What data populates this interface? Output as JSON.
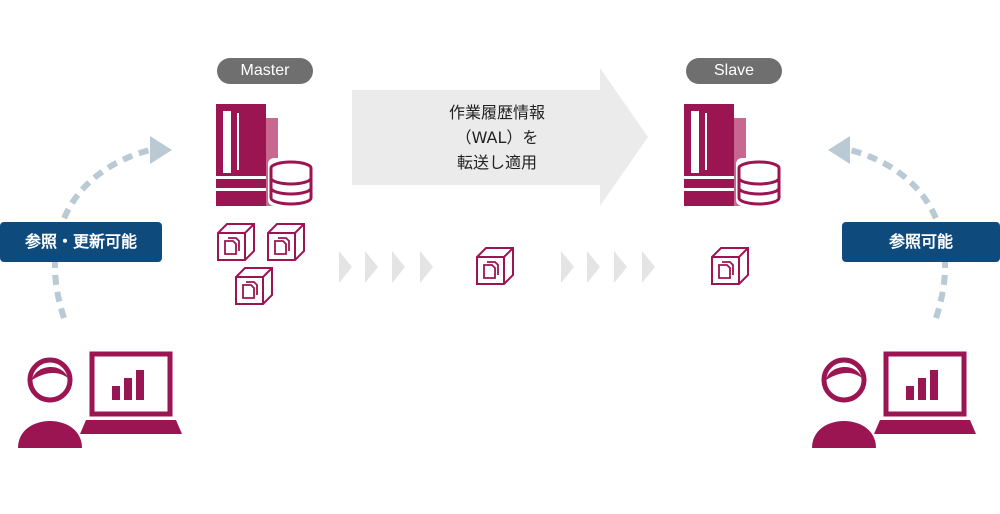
{
  "master": {
    "label": "Master"
  },
  "slave": {
    "label": "Slave"
  },
  "transfer": {
    "line1": "作業履歴情報",
    "line2": "（WAL）を",
    "line3": "転送し適用"
  },
  "left_user": {
    "badge": "参照・更新可能"
  },
  "right_user": {
    "badge": "参照可能"
  },
  "colors": {
    "accent": "#9b1552",
    "badge": "#0f4a7d",
    "pill": "#6f6f6f",
    "banner": "#ebebeb",
    "chevron": "#e4e4e4",
    "dashed": "#b9cad5"
  },
  "icons": [
    "server-icon",
    "database-icon",
    "document-cube-icon",
    "user-icon",
    "monitor-chart-icon"
  ]
}
